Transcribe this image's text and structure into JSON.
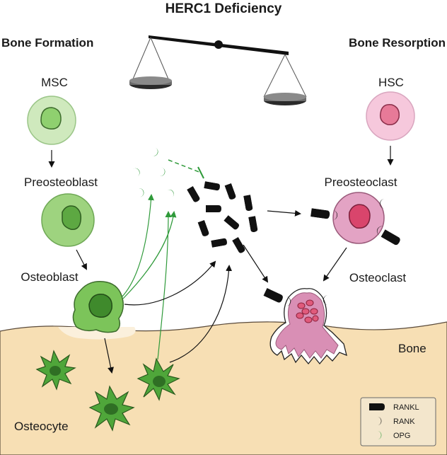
{
  "title": "HERC1 Deficiency",
  "headings": {
    "left": "Bone Formation",
    "right": "Bone Resorption"
  },
  "labels": {
    "msc": "MSC",
    "preosteoblast": "Preosteoblast",
    "osteoblast": "Osteoblast",
    "osteocyte": "Osteocyte",
    "hsc": "HSC",
    "preosteoclast": "Preosteoclast",
    "osteoclast": "Osteoclast",
    "bone": "Bone"
  },
  "legend": [
    {
      "label": "RANKL",
      "icon": "rankl-icon"
    },
    {
      "label": "RANK",
      "icon": "rank-icon"
    },
    {
      "label": "OPG",
      "icon": "opg-icon"
    }
  ],
  "colors": {
    "bone": "#f7dfb4",
    "osteoblast_green": "#7cc45a",
    "osteoblast_dark": "#3f8a2c",
    "msc_fill": "#cfe9bd",
    "osteocyte_green": "#4fa63a",
    "osteoclast_pink": "#d98fb5",
    "osteoclast_nucleus": "#e05a7c",
    "hsc_fill": "#f6c8dc",
    "arrow_green": "#2f9a3a",
    "black": "#111111"
  }
}
